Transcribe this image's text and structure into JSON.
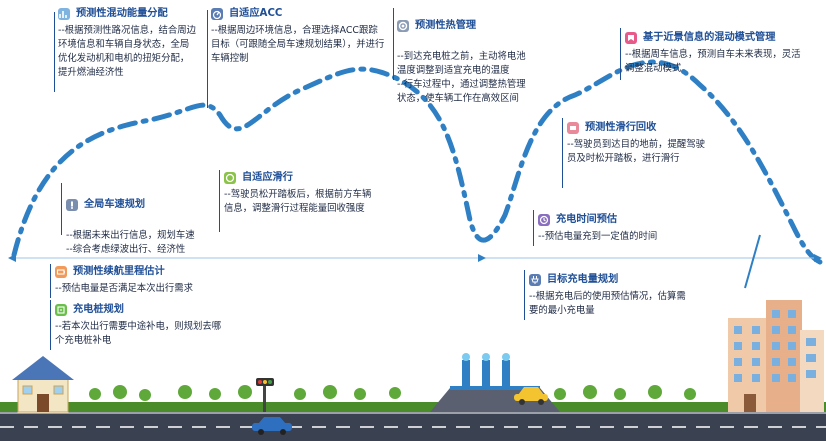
{
  "colors": {
    "curve": "#2e7fc4",
    "title": "#1f4f96",
    "road": "#3a4150",
    "grass": "#4a8c2a",
    "sky_line": "#9fc5e8"
  },
  "notes": [
    {
      "id": "pred-energy",
      "icon": "chart",
      "icon_color": "#7fb3e0",
      "title": "预测性混动能量分配",
      "body": "--根据预测性路况信息，结合周边环境信息和车辆自身状态，全局优化发动机和电机的扭矩分配，提升燃油经济性"
    },
    {
      "id": "adaptive-acc",
      "icon": "gauge",
      "icon_color": "#5b7db3",
      "title": "自适应ACC",
      "body": "--根据周边环境信息，合理选择ACC跟踪目标（可跟随全局车速规划结果），并进行车辆控制"
    },
    {
      "id": "pred-thermal",
      "icon": "thermo",
      "icon_color": "#8a9bb5",
      "title": "预测性热管理",
      "body": "--到达充电桩之前，主动将电池温度调整到适宜充电的温度\n--行车过程中，通过调整热管理状态，使车辆工作在高效区间"
    },
    {
      "id": "near-mode",
      "icon": "tag",
      "icon_color": "#e85a8a",
      "title": "基于近景信息的混动模式管理",
      "body": "--根据周车信息，预测自车未来表现，灵活调整混动模式"
    },
    {
      "id": "global-speed",
      "icon": "car",
      "icon_color": "#7a8fb0",
      "title": "全局车速规划",
      "body": "--根据未来出行信息，规划车速\n--综合考虑绿波出行、经济性"
    },
    {
      "id": "adaptive-coast",
      "icon": "leaf",
      "icon_color": "#8bc34a",
      "title": "自适应滑行",
      "body": "--驾驶员松开踏板后，根据前方车辆信息，调整滑行过程能量回收强度"
    },
    {
      "id": "pred-coast",
      "icon": "coast",
      "icon_color": "#e88a9a",
      "title": "预测性滑行回收",
      "body": "--驾驶员到达目的地前，提醒驾驶员及时松开踏板，进行滑行"
    },
    {
      "id": "charge-time",
      "icon": "clock",
      "icon_color": "#8a6fc0",
      "title": "充电时间预估",
      "body": "--预估电量充到一定值的时间"
    },
    {
      "id": "pred-range",
      "icon": "battery",
      "icon_color": "#f29a5a",
      "title": "预测性续航里程估计",
      "body": "--预估电量是否满足本次出行需求"
    },
    {
      "id": "target-charge",
      "icon": "plug",
      "icon_color": "#5b7db3",
      "title": "目标充电量规划",
      "body": "--根据充电后的使用预估情况，估算需要的最小充电量"
    },
    {
      "id": "charge-pile",
      "icon": "pile",
      "icon_color": "#6abf4b",
      "title": "充电桩规划",
      "body": "--若本次出行需要中途补电，则规划去哪个充电桩补电"
    }
  ]
}
